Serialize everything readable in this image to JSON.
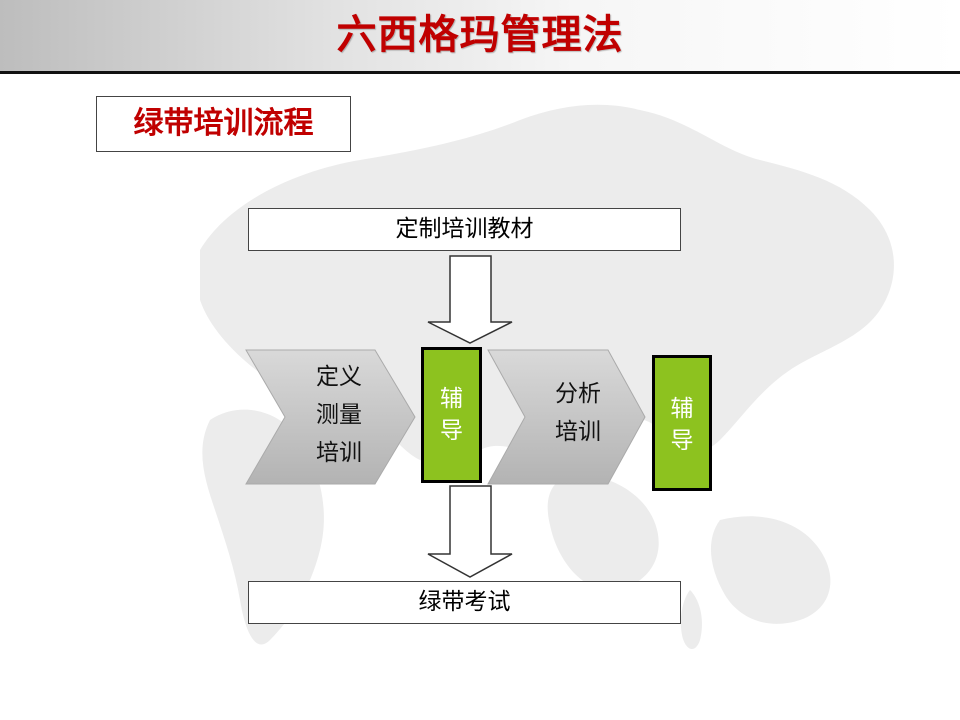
{
  "header": {
    "title": "六西格玛管理法"
  },
  "section": {
    "title": "绿带培训流程"
  },
  "flow": {
    "top_box": "定制培训教材",
    "chevron_1": [
      "定义",
      "测量",
      "培训"
    ],
    "coach_1": [
      "辅",
      "导"
    ],
    "chevron_2": [
      "分析",
      "培训"
    ],
    "coach_2": [
      "辅",
      "导"
    ],
    "bottom_box": "绿带考试"
  },
  "colors": {
    "title_red": "#c00000",
    "coach_green": "#8dc21f",
    "chevron_gray": "#c8c8c8"
  }
}
